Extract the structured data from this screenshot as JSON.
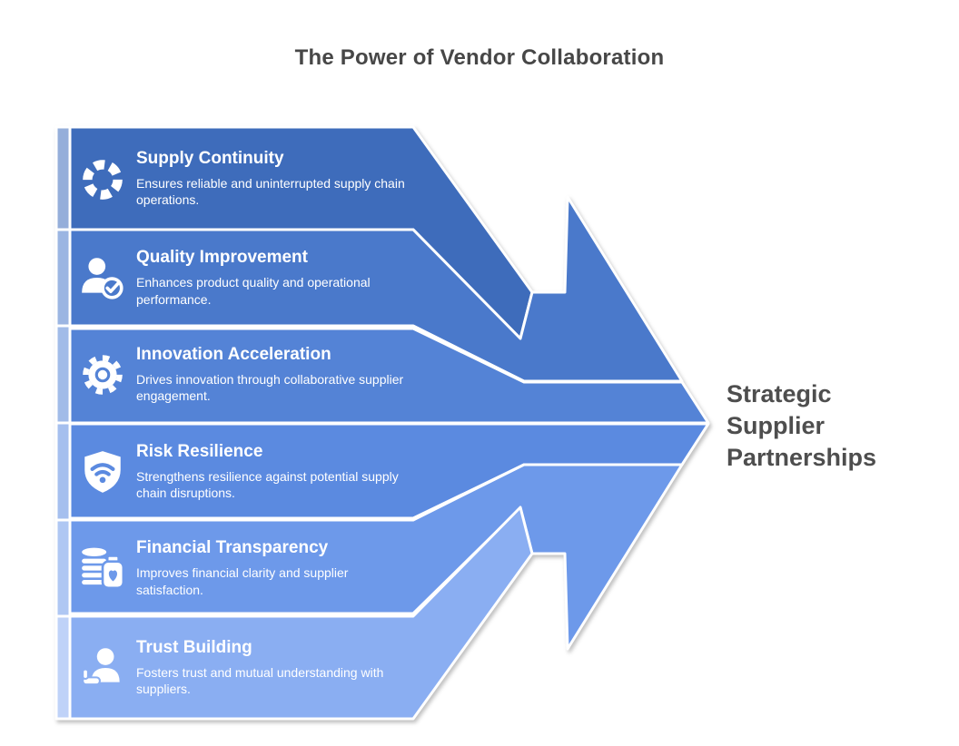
{
  "title": "The Power of Vendor Collaboration",
  "result_label": {
    "lines": [
      "Strategic",
      "Supplier",
      "Partnerships"
    ]
  },
  "bands": [
    {
      "title": "Supply Continuity",
      "description": "Ensures reliable and uninterrupted supply chain operations.",
      "icon": "lifebuoy-icon",
      "color": "#3E6CBB"
    },
    {
      "title": "Quality Improvement",
      "description": "Enhances product quality and operational performance.",
      "icon": "user-check-icon",
      "color": "#4A79CB"
    },
    {
      "title": "Innovation Acceleration",
      "description": "Drives innovation through collaborative supplier engagement.",
      "icon": "gear-icon",
      "color": "#5483D6"
    },
    {
      "title": "Risk Resilience",
      "description": "Strengthens resilience against potential supply chain disruptions.",
      "icon": "shield-wifi-icon",
      "color": "#5B8AE0"
    },
    {
      "title": "Financial Transparency",
      "description": "Improves financial clarity and supplier satisfaction.",
      "icon": "coins-jar-icon",
      "color": "#6D99EA"
    },
    {
      "title": "Trust Building",
      "description": "Fosters trust and mutual understanding with suppliers.",
      "icon": "trust-hand-icon",
      "color": "#8AAEF2"
    }
  ]
}
